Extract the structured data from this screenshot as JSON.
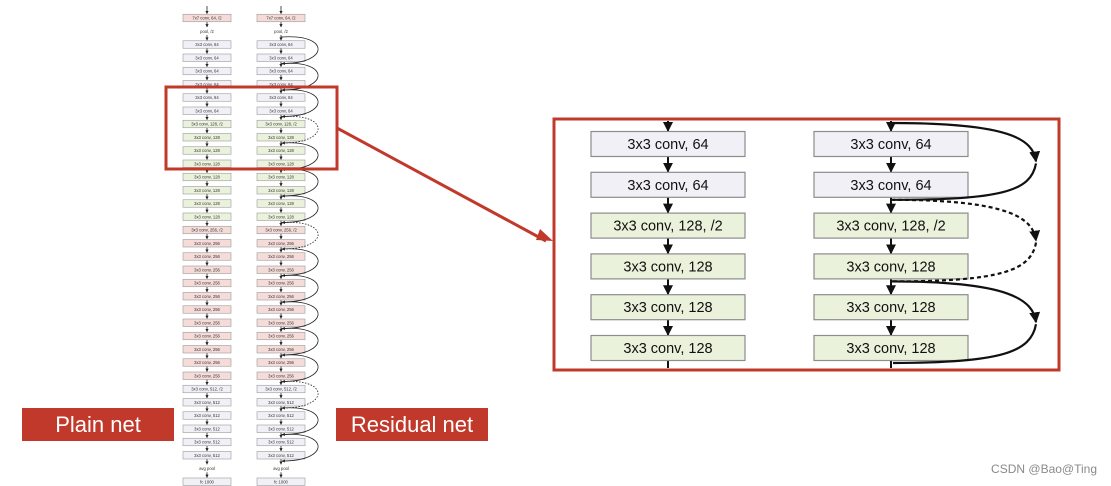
{
  "palette": {
    "accent_red": "#c0392b",
    "white_fill": "#f2f0f7",
    "green_fill": "#ebf2dc",
    "pink_fill": "#f6dcd9",
    "line": "#222222"
  },
  "labels": {
    "plain": "Plain net",
    "residual": "Residual net"
  },
  "watermark": "CSDN @Bao@Ting",
  "networks": {
    "layers": [
      {
        "t": "7x7 conv, 64, /2",
        "c": "pink"
      },
      {
        "t": "pool, /2",
        "c": "none"
      },
      {
        "t": "3x3 conv, 64",
        "c": "white"
      },
      {
        "t": "3x3 conv, 64",
        "c": "white"
      },
      {
        "t": "3x3 conv, 64",
        "c": "white"
      },
      {
        "t": "3x3 conv, 64",
        "c": "white"
      },
      {
        "t": "3x3 conv, 64",
        "c": "white"
      },
      {
        "t": "3x3 conv, 64",
        "c": "white"
      },
      {
        "t": "3x3 conv, 128, /2",
        "c": "green"
      },
      {
        "t": "3x3 conv, 128",
        "c": "green"
      },
      {
        "t": "3x3 conv, 128",
        "c": "green"
      },
      {
        "t": "3x3 conv, 128",
        "c": "green"
      },
      {
        "t": "3x3 conv, 128",
        "c": "green"
      },
      {
        "t": "3x3 conv, 128",
        "c": "green"
      },
      {
        "t": "3x3 conv, 128",
        "c": "green"
      },
      {
        "t": "3x3 conv, 128",
        "c": "green"
      },
      {
        "t": "3x3 conv, 256, /2",
        "c": "pink"
      },
      {
        "t": "3x3 conv, 256",
        "c": "pink"
      },
      {
        "t": "3x3 conv, 256",
        "c": "pink"
      },
      {
        "t": "3x3 conv, 256",
        "c": "pink"
      },
      {
        "t": "3x3 conv, 256",
        "c": "pink"
      },
      {
        "t": "3x3 conv, 256",
        "c": "pink"
      },
      {
        "t": "3x3 conv, 256",
        "c": "pink"
      },
      {
        "t": "3x3 conv, 256",
        "c": "pink"
      },
      {
        "t": "3x3 conv, 256",
        "c": "pink"
      },
      {
        "t": "3x3 conv, 256",
        "c": "pink"
      },
      {
        "t": "3x3 conv, 256",
        "c": "pink"
      },
      {
        "t": "3x3 conv, 256",
        "c": "pink"
      },
      {
        "t": "3x3 conv, 512, /2",
        "c": "white"
      },
      {
        "t": "3x3 conv, 512",
        "c": "white"
      },
      {
        "t": "3x3 conv, 512",
        "c": "white"
      },
      {
        "t": "3x3 conv, 512",
        "c": "white"
      },
      {
        "t": "3x3 conv, 512",
        "c": "white"
      },
      {
        "t": "3x3 conv, 512",
        "c": "white"
      },
      {
        "t": "avg pool",
        "c": "none"
      },
      {
        "t": "fc 1000",
        "c": "white"
      }
    ],
    "skips": [
      {
        "from": 1,
        "to": 3,
        "dashed": false
      },
      {
        "from": 3,
        "to": 5,
        "dashed": false
      },
      {
        "from": 5,
        "to": 7,
        "dashed": false
      },
      {
        "from": 7,
        "to": 9,
        "dashed": true
      },
      {
        "from": 9,
        "to": 11,
        "dashed": false
      },
      {
        "from": 11,
        "to": 13,
        "dashed": false
      },
      {
        "from": 13,
        "to": 15,
        "dashed": false
      },
      {
        "from": 15,
        "to": 17,
        "dashed": true
      },
      {
        "from": 17,
        "to": 19,
        "dashed": false
      },
      {
        "from": 19,
        "to": 21,
        "dashed": false
      },
      {
        "from": 21,
        "to": 23,
        "dashed": false
      },
      {
        "from": 23,
        "to": 25,
        "dashed": false
      },
      {
        "from": 25,
        "to": 27,
        "dashed": false
      },
      {
        "from": 27,
        "to": 29,
        "dashed": true
      },
      {
        "from": 29,
        "to": 31,
        "dashed": false
      },
      {
        "from": 31,
        "to": 33,
        "dashed": false
      }
    ]
  },
  "zoom": {
    "layers": [
      {
        "t": "3x3 conv, 64",
        "c": "white"
      },
      {
        "t": "3x3 conv, 64",
        "c": "white"
      },
      {
        "t": "3x3 conv, 128, /2",
        "c": "green"
      },
      {
        "t": "3x3 conv, 128",
        "c": "green"
      },
      {
        "t": "3x3 conv, 128",
        "c": "green"
      },
      {
        "t": "3x3 conv, 128",
        "c": "green"
      }
    ],
    "skips": [
      {
        "from": 0,
        "to": 1,
        "dashed": false
      },
      {
        "from": 1,
        "to": 3,
        "dashed": true
      },
      {
        "from": 3,
        "to": 5,
        "dashed": false
      }
    ]
  }
}
